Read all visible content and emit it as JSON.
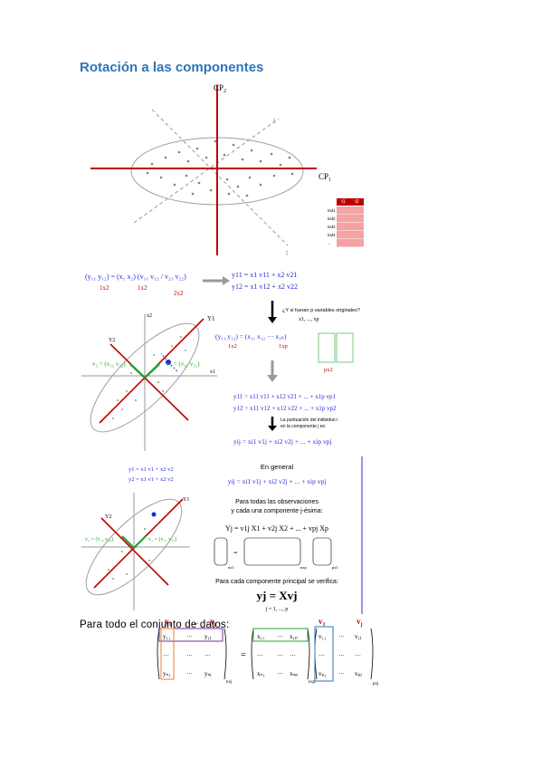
{
  "title": "Rotación a las componentes",
  "panel1": {
    "axis_cp2": "CP",
    "axis_cp2_sub": "2",
    "axis_cp1": "CP",
    "axis_cp1_sub": "1",
    "table_headers": [
      "t1",
      "t2"
    ],
    "table_rows": [
      "ind1",
      "ind2",
      "ind3",
      "ind4",
      "..."
    ]
  },
  "panel2": {
    "eq1_lhs": "(y",
    "label_1x2_a": "1x2",
    "label_1x2_b": "1x2",
    "label_2x2": "2x2",
    "sys_line1": "y11 = x1 v11 + x2 v21",
    "sys_line2": "y12 = x1 v12 + x2 v22",
    "question": "¿Y si fueran p variables originales?",
    "question_vars": "x1, ..., xp",
    "label_1x2_c": "1x2",
    "label_1xp": "1xp",
    "label_px2": "px2",
    "sum_line1": "y11 = x11 v11 + x12 v21 + ... + x1p vp1",
    "sum_line2": "y12 = x11 v12 + x12 v22 + ... + x1p vp2",
    "note1": "La puntuación del individuo i",
    "note2": "en la componente j es:",
    "final": "yij = xi1 v1j + xi2 v2j + ... + xip vpj",
    "y1": "Y1",
    "y2": "Y2",
    "x1": "x1",
    "x2": "x2"
  },
  "panel3": {
    "left_eq1": "y1 = x1 v1 + x2 v2",
    "left_eq2": "y2 = x1 v1 + x2 v2",
    "en_general": "En general",
    "general_eq": "yij = xi1 v1j + xi2 v2j + ... + xip vpj",
    "para_todas1": "Para todas las observaciones",
    "para_todas2": "y cada una componente j-ésima:",
    "yj_eq": "Yj = v1j X1 + v2j X2 + ... + vpj Xp",
    "nx1": "nx1",
    "nxp": "nxp",
    "px1": "px1",
    "para_cada": "Para cada componente principal se verifica:",
    "big_eq": "yj = Xvj",
    "j_range": "j = 1, ..., p"
  },
  "section_label": "Para todo el conjunto de datos:",
  "matrix": {
    "y1": "y",
    "y1_sub": "1",
    "yj": "y",
    "yj_sub": "j",
    "v1": "v",
    "v1_sub": "1",
    "vj": "v",
    "vj_sub": "j",
    "equals": "=",
    "nxj": "nxj",
    "nxp": "nxp",
    "pxj": "pxj",
    "dots": "..."
  },
  "colors": {
    "title": "#2e75b6",
    "red_axis": "#c00000",
    "blue_eq": "#2c2cd6",
    "green": "#21a336",
    "purple": "#7030a0",
    "orange": "#ed7d31",
    "table_red": "#f3a3a3"
  }
}
